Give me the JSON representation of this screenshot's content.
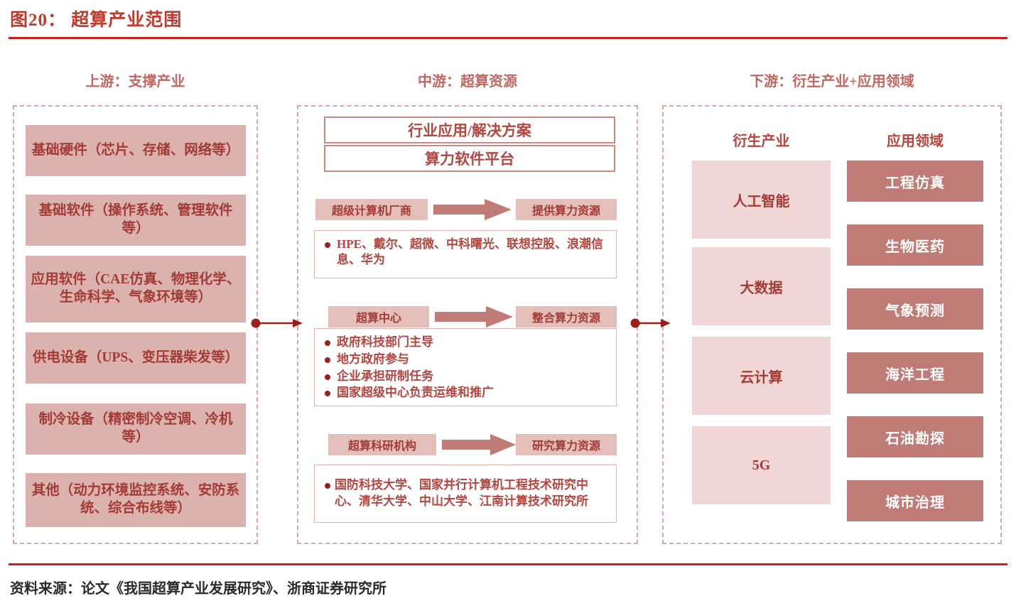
{
  "figure": {
    "title": "图20： 超算产业范围",
    "source": "资料来源：论文《我国超算产业发展研究》、浙商证券研究所"
  },
  "colors": {
    "accent_red": "#c8201a",
    "title_red": "#c0392b",
    "caption_rose": "#c1675f",
    "upstream_fill": "#dcb2ae",
    "tag_fill": "#e4bfba",
    "arrow_fill": "#c07b76",
    "derive_fill": "#f0d7d5",
    "apply_fill": "#c07b76",
    "dashed_border": "#d8a9a4",
    "bullet_dot": "#9e1f1a"
  },
  "columns": {
    "upstream": {
      "caption": "上游：支撑产业",
      "boxes": [
        {
          "label": "基础硬件（芯片、存储、网络等）"
        },
        {
          "label": "基础软件（操作系统、管理软件等）"
        },
        {
          "label": "应用软件（CAE仿真、物理化学、生命科学、气象环境等）"
        },
        {
          "label": "供电设备（UPS、变压器柴发等）"
        },
        {
          "label": "制冷设备（精密制冷空调、冷机等）"
        },
        {
          "label": "其他（动力环境监控系统、安防系统、综合布线等）"
        }
      ]
    },
    "midstream": {
      "caption": "中游：超算资源",
      "stacked_boxes": [
        {
          "label": "行业应用/解决方案"
        },
        {
          "label": "算力软件平台"
        }
      ],
      "flows": [
        {
          "from_label": "超级计算机厂商",
          "to_label": "提供算力资源",
          "arrow_icon": "right-arrow-icon",
          "items": [
            "HPE、戴尔、超微、中科曙光、联想控股、浪潮信息、华为"
          ]
        },
        {
          "from_label": "超算中心",
          "to_label": "整合算力资源",
          "arrow_icon": "right-arrow-icon",
          "items": [
            "政府科技部门主导",
            "地方政府参与",
            "企业承担研制任务",
            "国家超级中心负责运维和推广"
          ]
        },
        {
          "from_label": "超算科研机构",
          "to_label": "研究算力资源",
          "arrow_icon": "right-arrow-icon",
          "items": [
            "国防科技大学、国家并行计算机工程技术研究中心、清华大学、中山大学、江南计算技术研究所"
          ]
        }
      ]
    },
    "downstream": {
      "caption": "下游：衍生产业+应用领域",
      "subheads": [
        "衍生产业",
        "应用领域"
      ],
      "derivative_industries": [
        {
          "label": "人工智能"
        },
        {
          "label": "大数据"
        },
        {
          "label": "云计算"
        },
        {
          "label": "5G"
        }
      ],
      "application_fields": [
        {
          "label": "工程仿真"
        },
        {
          "label": "生物医药"
        },
        {
          "label": "气象预测"
        },
        {
          "label": "海洋工程"
        },
        {
          "label": "石油勘探"
        },
        {
          "label": "城市治理"
        }
      ]
    }
  },
  "connectors": [
    {
      "name": "upstream-to-midstream",
      "icon": "arrow-right-icon"
    },
    {
      "name": "midstream-to-downstream",
      "icon": "arrow-right-icon"
    }
  ]
}
